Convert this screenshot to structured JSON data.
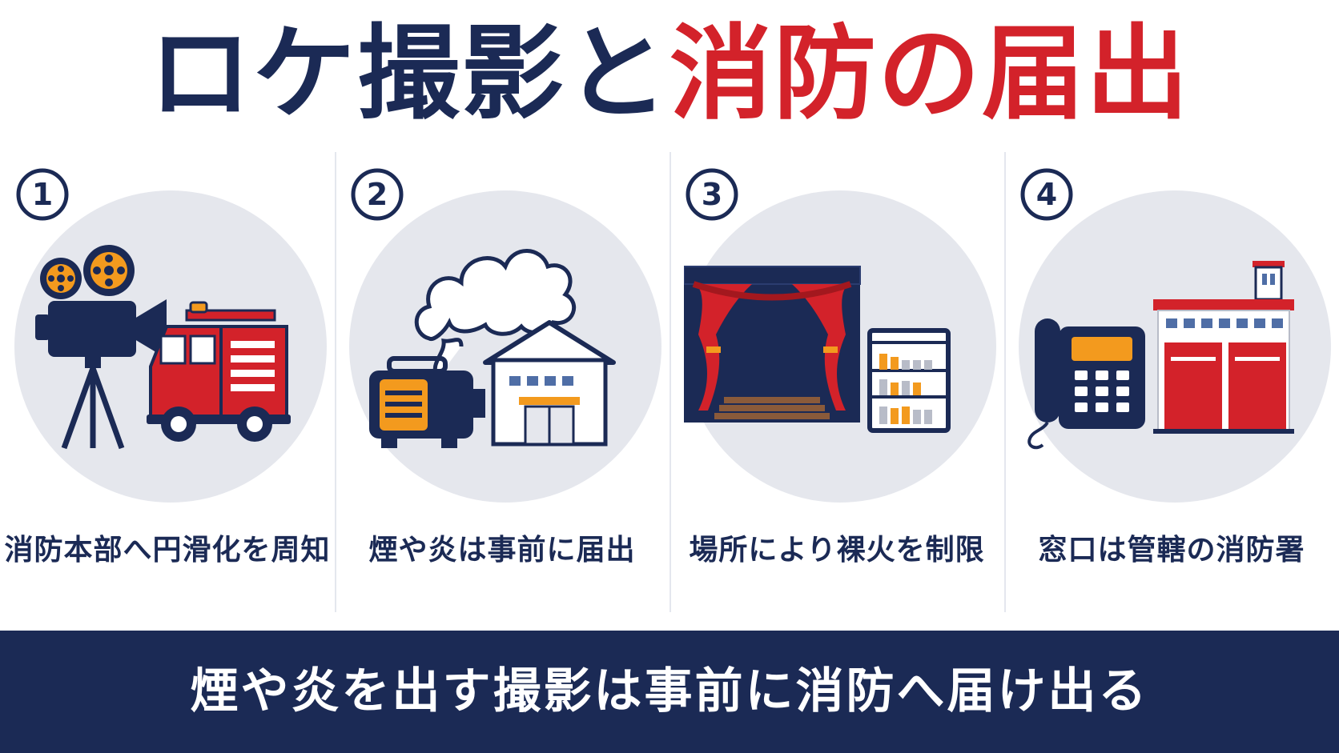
{
  "title": {
    "part1": "ロケ撮影と",
    "part2": "消防の届出"
  },
  "colors": {
    "navy": "#1b2a55",
    "red": "#d3222a",
    "orange": "#f39a1e",
    "circle_bg": "#e5e7ed"
  },
  "steps": [
    {
      "number": "1",
      "caption": "消防本部へ円滑化を周知",
      "icons": [
        "movie-camera-icon",
        "fire-truck-icon"
      ]
    },
    {
      "number": "2",
      "caption": "煙や炎は事前に届出",
      "icons": [
        "smoke-machine-icon",
        "warehouse-icon"
      ]
    },
    {
      "number": "3",
      "caption": "場所により裸火を制限",
      "icons": [
        "stage-curtain-icon",
        "shelf-icon"
      ]
    },
    {
      "number": "4",
      "caption": "窓口は管轄の消防署",
      "icons": [
        "telephone-icon",
        "fire-station-icon"
      ]
    }
  ],
  "footer": {
    "text": "煙や炎を出す撮影は事前に消防へ届け出る"
  }
}
